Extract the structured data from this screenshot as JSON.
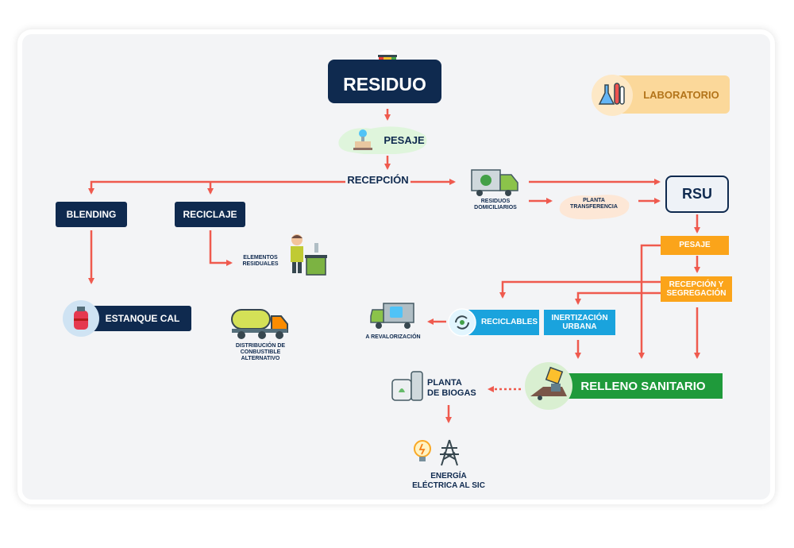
{
  "nodes": {
    "residuo": "RESIDUO",
    "pesaje_top": "PESAJE",
    "recepcion": "RECEPCIÓN",
    "blending": "BLENDING",
    "reciclaje": "RECICLAJE",
    "estanque_cal": "ESTANQUE CAL",
    "elementos_residuales": "ELEMENTOS\nRESIDUALES",
    "distribucion": "DISTRIBUCIÓN DE\nCONBUSTIBLE\nALTERNATIVO",
    "residuos_domiciliarios": "RESIDUOS\nDOMICILIARIOS",
    "planta_transferencia": "PLANTA\nTRANSFERENCIA",
    "rsu": "RSU",
    "laboratorio": "LABORATORIO",
    "pesaje_rsu": "PESAJE",
    "recepcion_segregacion": "RECEPCIÓN Y\nSEGREGACIÓN",
    "reciclables": "RECICLABLES",
    "inertizacion": "INERTIZACIÓN\nURBANA",
    "a_revalorizacion": "A REVALORIZACIÓN",
    "relleno_sanitario": "RELLENO SANITARIO",
    "planta_biogas": "PLANTA\nDE BIOGAS",
    "energia": "ENERGÍA\nELÉCTRICA AL SIC"
  },
  "icons": {
    "residuo": "recycle-bins-icon",
    "pesaje": "scale-icon",
    "laboratorio": "flasks-icon",
    "residuos_domiciliarios": "garbage-truck-icon",
    "elementos_residuales": "worker-recycling-icon",
    "estanque_cal": "gas-cylinder-icon",
    "distribucion": "tanker-truck-icon",
    "a_revalorizacion": "recycling-truck-icon",
    "reciclables": "recycle-arrows-icon",
    "relleno_sanitario": "landfill-icon",
    "planta_biogas": "biogas-plant-icon",
    "energia_bulb": "lightbulb-icon",
    "energia_tower": "power-tower-icon"
  },
  "colors": {
    "navy": "#0f2a4f",
    "arrow": "#ef5a4e",
    "orange": "#fba41a",
    "blue": "#1aa3dd",
    "green": "#1f9a3b",
    "lab": "#fbd89a"
  }
}
